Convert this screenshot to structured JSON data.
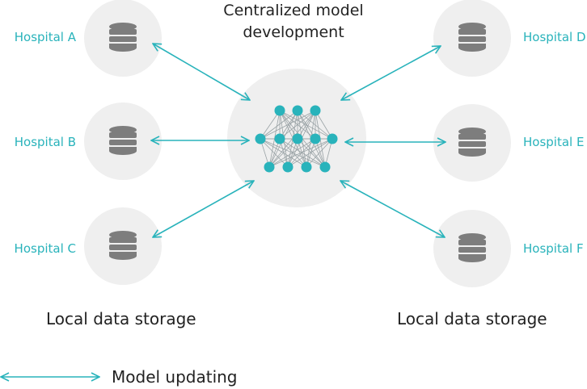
{
  "title_line1": "Centralized model",
  "title_line2": "development",
  "hospitals": [
    {
      "label": "Hospital A"
    },
    {
      "label": "Hospital B"
    },
    {
      "label": "Hospital C"
    },
    {
      "label": "Hospital D"
    },
    {
      "label": "Hospital E"
    },
    {
      "label": "Hospital F"
    }
  ],
  "storage_label_left": "Local data storage",
  "storage_label_right": "Local data storage",
  "legend_label": "Model updating",
  "colors": {
    "accent": "#29b3bb",
    "circle_bg": "#efefef",
    "database": "#7d7d7d",
    "text": "#222222"
  },
  "icons": {
    "database": "database-icon",
    "network": "neural-network-icon",
    "arrow": "double-arrow-icon"
  }
}
